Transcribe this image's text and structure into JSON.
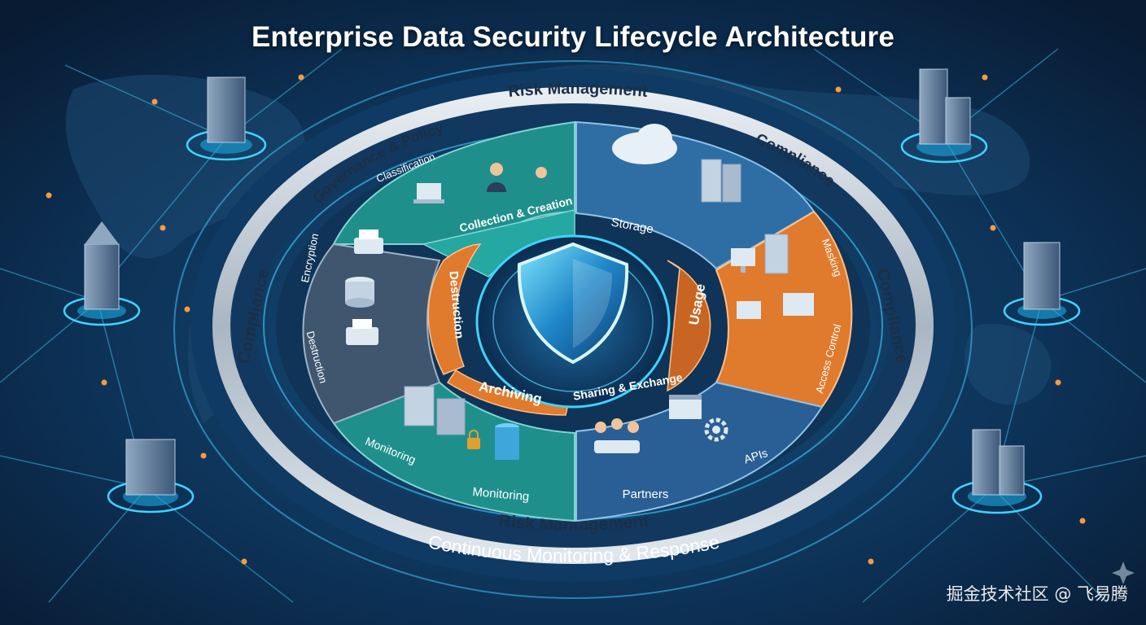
{
  "title": "Enterprise Data Security Lifecycle Architecture",
  "outer_ring": {
    "top": "Risk Management",
    "bottom": "Risk Mantagement",
    "left": "Compliance",
    "right": "Compliance",
    "upper_right": "Compliance",
    "upper_left": "Governance & Policy",
    "outermost": "Continuous Monitoring & Response"
  },
  "phases": {
    "collection": {
      "label": "Collection & Creation",
      "sub": "Classification"
    },
    "storage": {
      "label": "Storage"
    },
    "usage": {
      "label": "Usage",
      "sub_top": "Masking",
      "sub_bottom": "Access Control"
    },
    "sharing": {
      "label": "Sharing & Exchange",
      "sub_right": "APIs",
      "sub_bottom": "Partners"
    },
    "archiving": {
      "label": "Archiving",
      "sub_left": "Monitoring",
      "sub_bottom": "Monitoring"
    },
    "destruction": {
      "label": "Destruction",
      "sub_top": "Encryption",
      "sub_bottom": "Destruction"
    }
  },
  "center": {
    "icon": "shield-icon"
  },
  "colors": {
    "background": "#0a2342",
    "teal": "#1f8f8c",
    "orange": "#e07a2c",
    "blue": "#2f6ea5",
    "slate": "#3f566e",
    "ring_silver": "#c9d3dc",
    "glow": "#3fd3ff"
  },
  "watermark": "掘金技术社区 @ 飞易腾"
}
